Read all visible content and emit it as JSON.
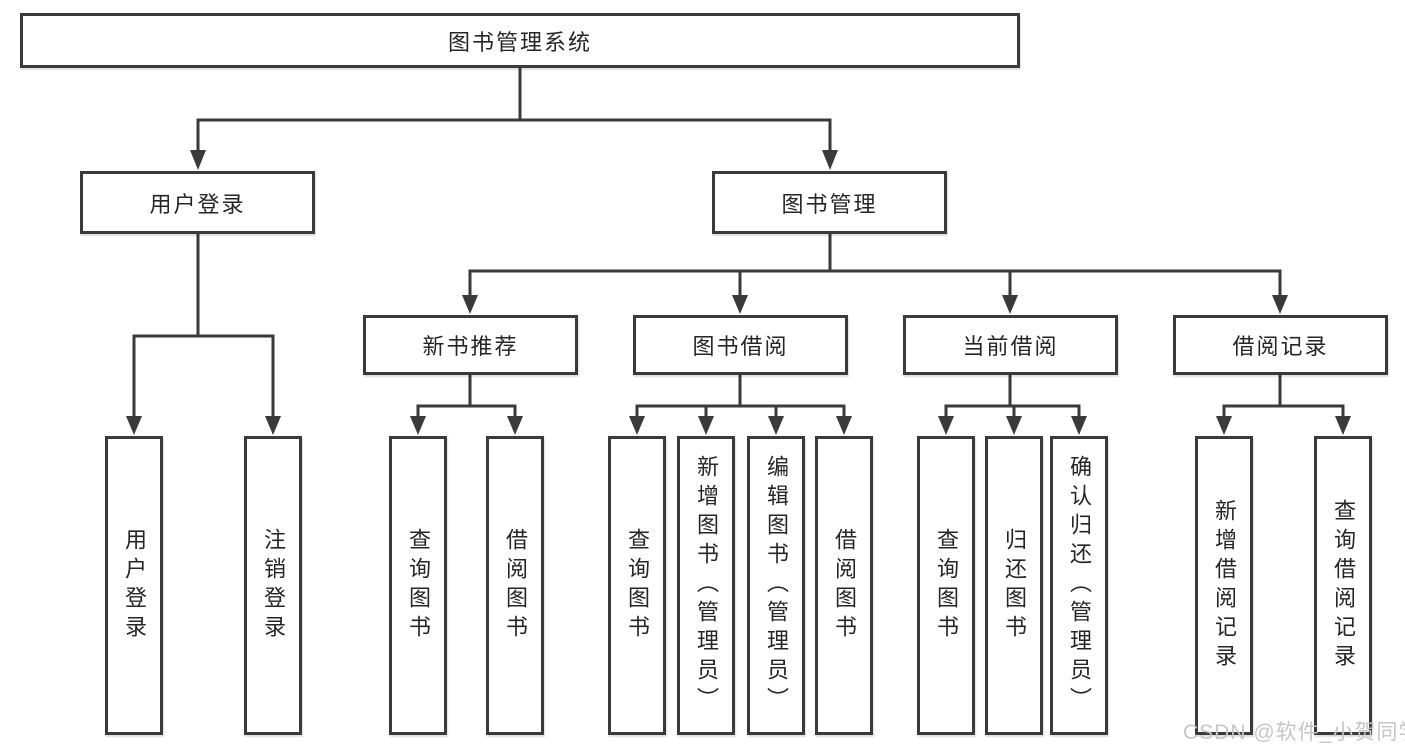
{
  "diagram_type": "hierarchy-tree",
  "root": {
    "label": "图书管理系统"
  },
  "branches": [
    {
      "label": "用户登录",
      "leaves": [
        "用户登录",
        "注销登录"
      ]
    },
    {
      "label": "图书管理",
      "groups": [
        {
          "label": "新书推荐",
          "leaves": [
            "查询图书",
            "借阅图书"
          ]
        },
        {
          "label": "图书借阅",
          "leaves": [
            "查询图书",
            "新增图书（管理员）",
            "编辑图书（管理员）",
            "借阅图书"
          ]
        },
        {
          "label": "当前借阅",
          "leaves": [
            "查询图书",
            "归还图书",
            "确认归还（管理员）"
          ]
        },
        {
          "label": "借阅记录",
          "leaves": [
            "新增借阅记录",
            "查询借阅记录"
          ]
        }
      ]
    }
  ],
  "watermark": {
    "text": "CSDN @软件_小贺同学"
  },
  "colors": {
    "line": "#3a3a3a",
    "box_border": "#3a3a3a",
    "text": "#262626",
    "background": "#ffffff",
    "watermark": "#c6c6c6"
  }
}
